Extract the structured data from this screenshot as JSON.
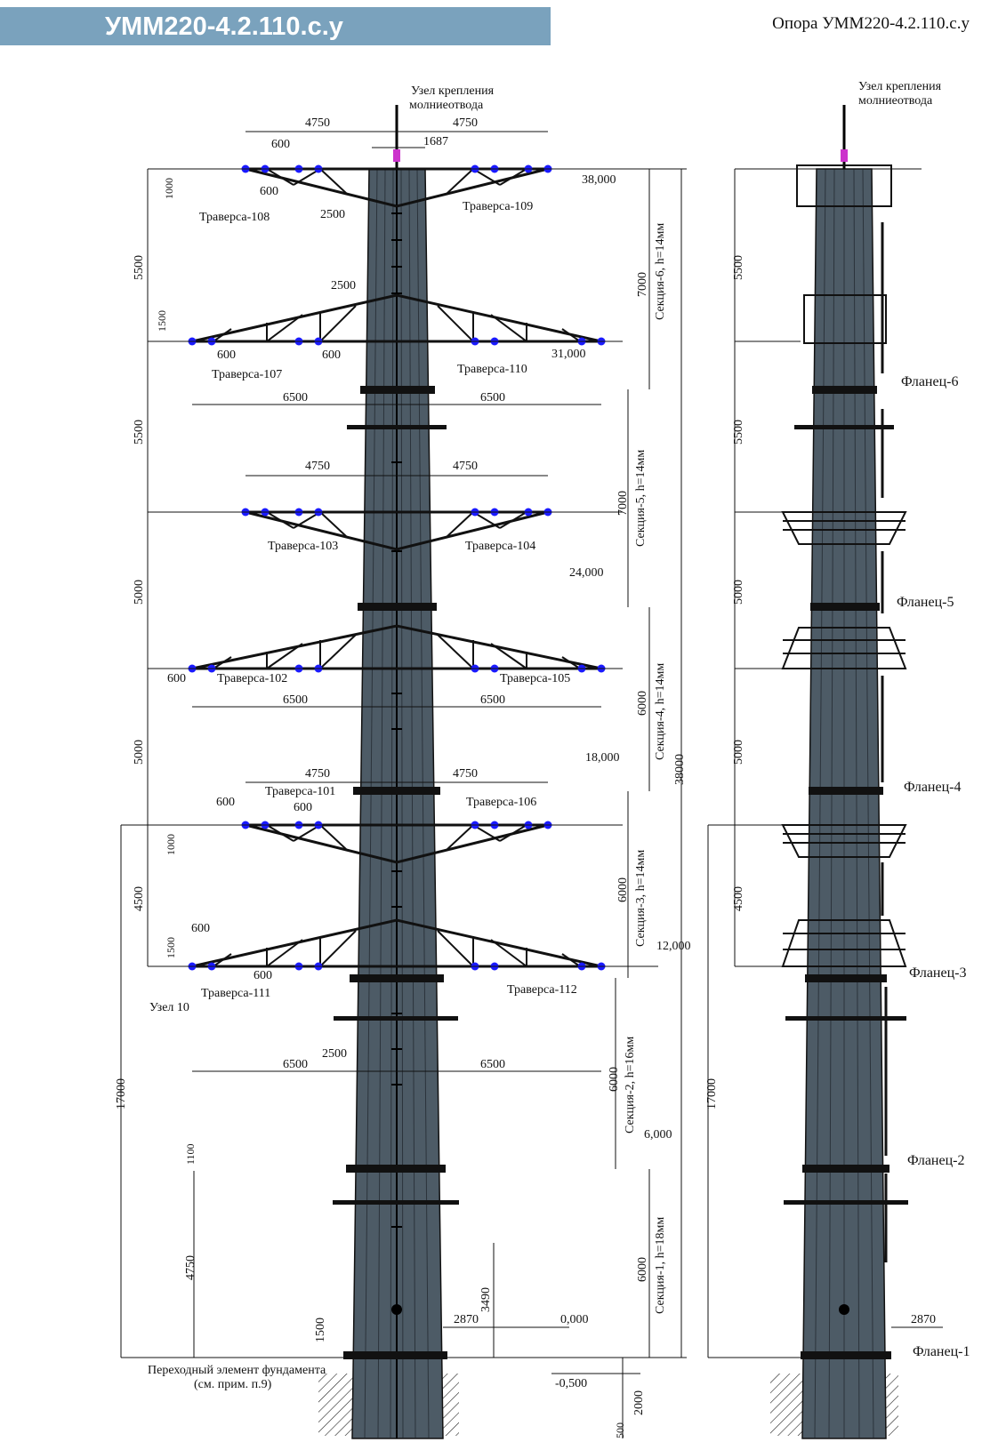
{
  "header": {
    "title": "УММ220-4.2.110.с.у",
    "subtitle": "Опора УММ220-4.2.110.с.у"
  },
  "colors": {
    "header_bg": "#7aa2bd",
    "pole": "#4d5b66",
    "insulator_point": "#1a1aff",
    "line": "#111111"
  },
  "front": {
    "top_note_1": "Узел крепления",
    "top_note_2": "молниеотвода",
    "crossarms": [
      {
        "id": "t108",
        "label": "Траверса-108"
      },
      {
        "id": "t109",
        "label": "Траверса-109"
      },
      {
        "id": "t107",
        "label": "Траверса-107"
      },
      {
        "id": "t110",
        "label": "Траверса-110"
      },
      {
        "id": "t103",
        "label": "Траверса-103"
      },
      {
        "id": "t104",
        "label": "Траверса-104"
      },
      {
        "id": "t102",
        "label": "Траверса-102"
      },
      {
        "id": "t105",
        "label": "Траверса-105"
      },
      {
        "id": "t101",
        "label": "Траверса-101"
      },
      {
        "id": "t106",
        "label": "Траверса-106"
      },
      {
        "id": "t111",
        "label": "Траверса-111"
      },
      {
        "id": "t112",
        "label": "Траверса-112"
      }
    ],
    "sections": [
      {
        "label": "Секция-6, h=14мм",
        "length": "7000"
      },
      {
        "label": "Секция-5, h=14мм",
        "length": "7000"
      },
      {
        "label": "Секция-4, h=14мм",
        "length": "6000"
      },
      {
        "label": "Секция-3, h=14мм",
        "length": "6000"
      },
      {
        "label": "Секция-2, h=16мм",
        "length": "6000"
      },
      {
        "label": "Секция-1, h=18мм",
        "length": "6000"
      }
    ],
    "elevations": [
      "38,000",
      "31,000",
      "24,000",
      "18,000",
      "12,000",
      "6,000",
      "0,000",
      "-0,500"
    ],
    "left_dims": [
      "5500",
      "5500",
      "5000",
      "5000",
      "4500",
      "17000"
    ],
    "total_height": "38000",
    "dims": {
      "d4750": "4750",
      "d600": "600",
      "d1687": "1687",
      "d1000": "1000",
      "d2500": "2500",
      "d1500": "1500",
      "d6500": "6500",
      "d1100": "1100",
      "d3490": "3490",
      "d2870": "2870",
      "d500": "500",
      "d2000": "2000"
    },
    "node10": "Узел 10",
    "foundation_1": "Переходный элемент фундамента",
    "foundation_2": "(см. прим. п.9)"
  },
  "side": {
    "top_note_1": "Узел крепления",
    "top_note_2": "молниеотвода",
    "flanges": [
      "Фланец-6",
      "Фланец-5",
      "Фланец-4",
      "Фланец-3",
      "Фланец-2",
      "Фланец-1"
    ],
    "left_dims": [
      "5500",
      "5500",
      "5000",
      "5000",
      "4500",
      "17000"
    ],
    "d2870": "2870"
  }
}
